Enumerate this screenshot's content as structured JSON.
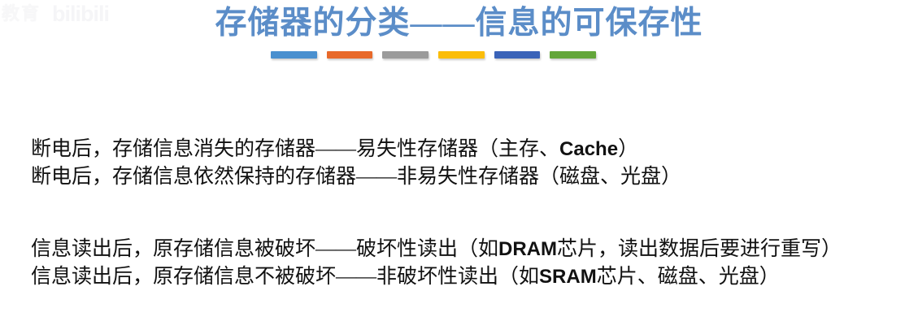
{
  "watermark": {
    "cn_text": "教育",
    "logo_text": "bilibili"
  },
  "title": {
    "text": "存储器的分类——信息的可保存性",
    "color": "#5b8dc8"
  },
  "decoration": {
    "name": "title-underline-bars",
    "bars": [
      {
        "label": "bar-blue-light",
        "color": "#4a90cf"
      },
      {
        "label": "bar-orange",
        "color": "#e8692a"
      },
      {
        "label": "bar-gray",
        "color": "#9b9b9b"
      },
      {
        "label": "bar-yellow",
        "color": "#fbbd09"
      },
      {
        "label": "bar-blue-dark",
        "color": "#3a63b8"
      },
      {
        "label": "bar-green",
        "color": "#63a63a"
      }
    ]
  },
  "content": {
    "group_volatility": [
      {
        "parts": [
          {
            "type": "cn",
            "text": "断电后，存储信息消失的存储器——易失性存储器（主存、"
          },
          {
            "type": "latin",
            "text": "Cache"
          },
          {
            "type": "cn",
            "text": "）"
          }
        ]
      },
      {
        "parts": [
          {
            "type": "cn",
            "text": "断电后，存储信息依然保持的存储器——非易失性存储器（磁盘、光盘）"
          }
        ]
      }
    ],
    "group_readout": [
      {
        "parts": [
          {
            "type": "cn",
            "text": "信息读出后，原存储信息被破坏——破坏性读出（如"
          },
          {
            "type": "latin",
            "text": "DRAM"
          },
          {
            "type": "cn",
            "text": "芯片，读出数据后要进行重写）"
          }
        ]
      },
      {
        "parts": [
          {
            "type": "cn",
            "text": "信息读出后，原存储信息不被破坏——非破坏性读出（如"
          },
          {
            "type": "latin",
            "text": "SRAM"
          },
          {
            "type": "cn",
            "text": "芯片、磁盘、光盘）"
          }
        ]
      }
    ]
  }
}
